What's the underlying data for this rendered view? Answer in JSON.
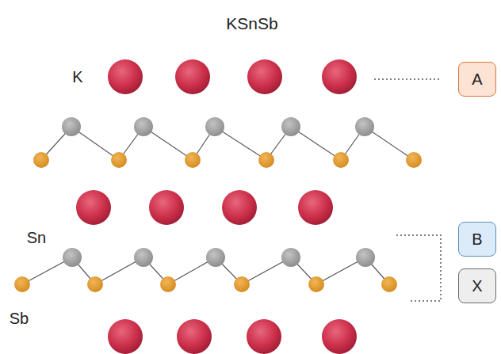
{
  "diagram": {
    "title": "KSnSb",
    "nodes": [
      {
        "text": [
          "A"
        ]
      },
      {
        "text": [
          "B"
        ]
      },
      {
        "text": [
          "X"
        ]
      }
    ],
    "labels": [
      "K",
      "Sn",
      "Sb"
    ]
  }
}
